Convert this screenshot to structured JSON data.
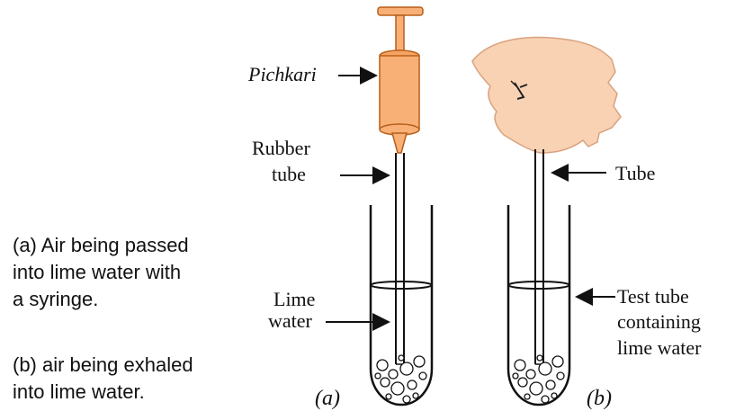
{
  "caption": {
    "a_line1": "(a) Air being passed",
    "a_line2": "into lime water with",
    "a_line3": "a syringe.",
    "b_line1": "(b) air being exhaled",
    "b_line2": "into lime water."
  },
  "labels": {
    "pichkari": "Pichkari",
    "rubber_line1": "Rubber",
    "rubber_line2": "tube",
    "lime_line1": "Lime",
    "lime_line2": "water",
    "tube": "Tube",
    "testtube_line1": "Test tube",
    "testtube_line2": "containing",
    "testtube_line3": "lime water",
    "fig_a": "(a)",
    "fig_b": "(b)"
  },
  "colors": {
    "syringe_fill": "#f8b077",
    "syringe_stroke": "#b85f1a",
    "face_fill": "#f9d2b4",
    "ink": "#111111"
  }
}
